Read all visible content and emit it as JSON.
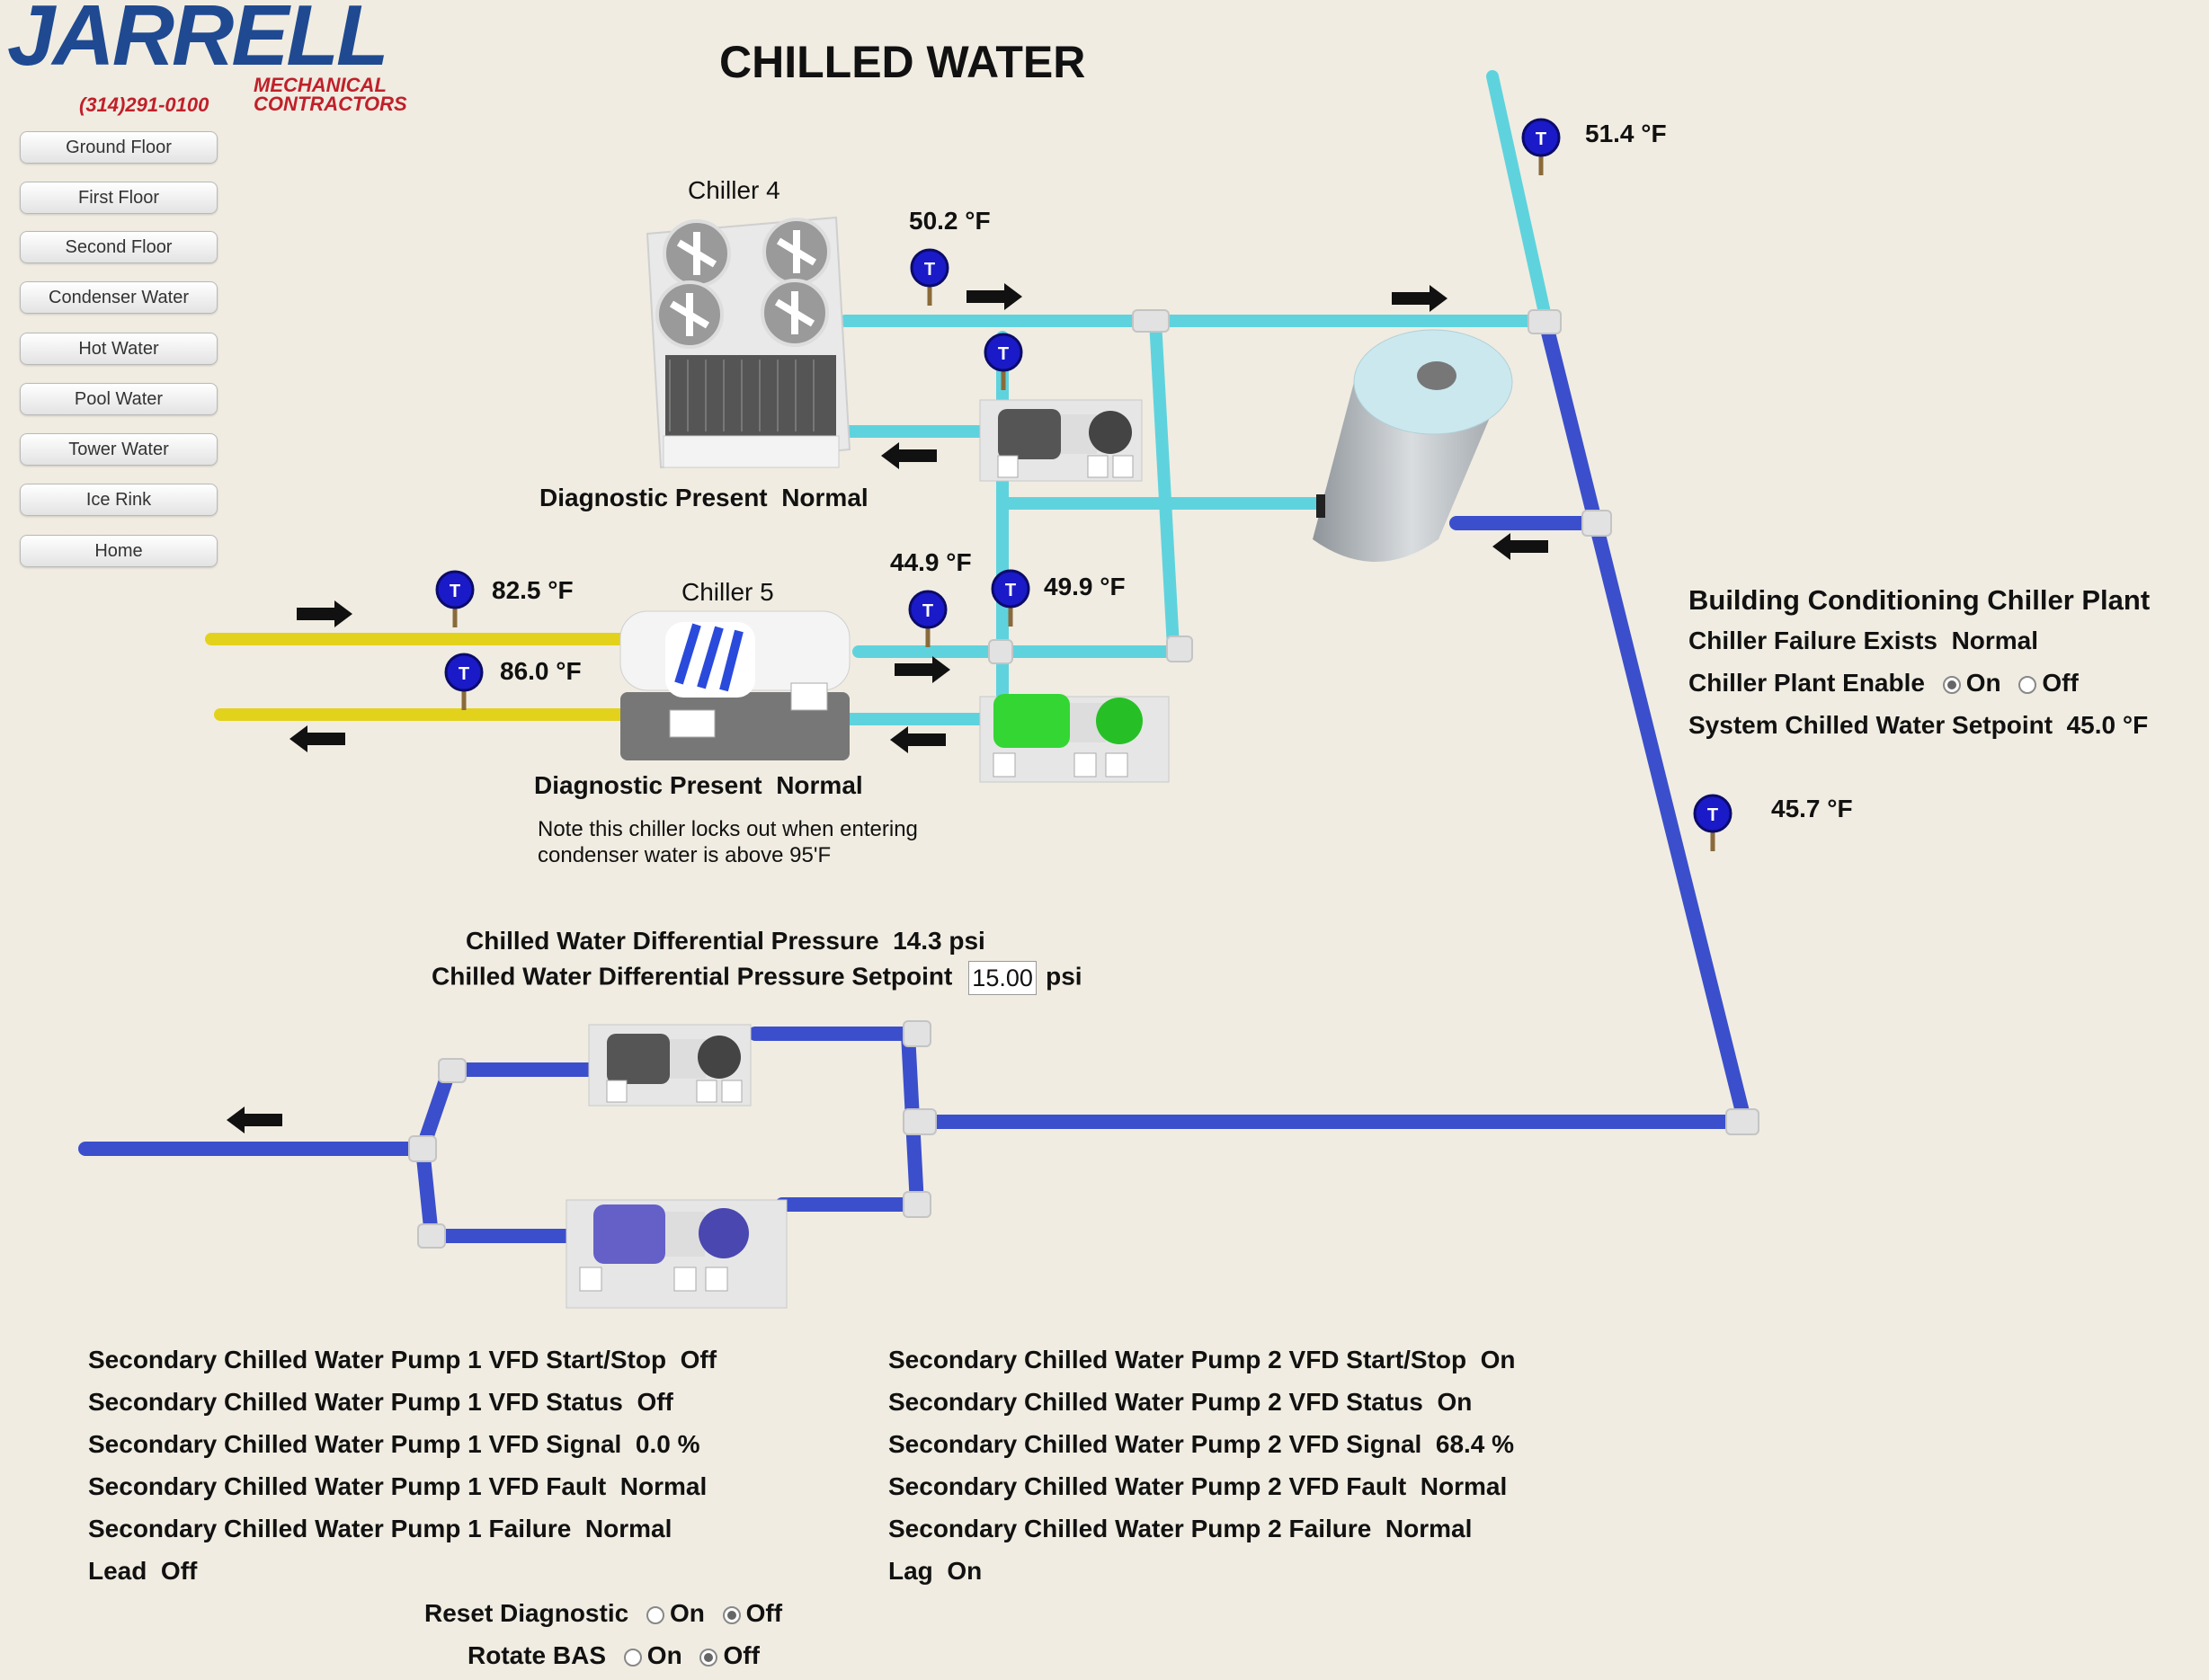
{
  "logo": {
    "name": "JARRELL",
    "line1": "MECHANICAL",
    "line2": "CONTRACTORS",
    "phone": "(314)291-0100"
  },
  "page_title": "CHILLED WATER",
  "nav": [
    "Ground Floor",
    "First Floor",
    "Second Floor",
    "Condenser Water",
    "Hot Water",
    "Pool Water",
    "Tower Water",
    "Ice Rink",
    "Home"
  ],
  "chiller4": {
    "label": "Chiller 4",
    "diag_label": "Diagnostic Present",
    "diag_value": "Normal"
  },
  "chiller5": {
    "label": "Chiller 5",
    "diag_label": "Diagnostic Present",
    "diag_value": "Normal",
    "note": "Note this chiller locks out when entering condenser water is above 95'F"
  },
  "temps": {
    "supply_top": "51.4 °F",
    "ch4_leaving": "50.2 °F",
    "ch5_leaving": "44.9 °F",
    "common": "49.9 °F",
    "cond_entering": "82.5 °F",
    "cond_leaving": "86.0 °F",
    "return": "45.7 °F"
  },
  "plant": {
    "title": "Building Conditioning Chiller Plant",
    "failure_label": "Chiller Failure Exists",
    "failure_value": "Normal",
    "enable_label": "Chiller Plant Enable",
    "on": "On",
    "off": "Off",
    "setpoint_label": "System Chilled Water Setpoint",
    "setpoint_value": "45.0 °F"
  },
  "dp": {
    "label": "Chilled Water Differential Pressure",
    "value": "14.3 psi",
    "sp_label": "Chilled Water Differential Pressure Setpoint",
    "sp_value": "15.00",
    "sp_unit": "psi"
  },
  "pump1": [
    {
      "label": "Secondary Chilled Water Pump 1 VFD Start/Stop",
      "value": "Off"
    },
    {
      "label": "Secondary Chilled Water Pump 1 VFD Status",
      "value": "Off"
    },
    {
      "label": "Secondary Chilled Water Pump 1 VFD Signal",
      "value": "0.0 %"
    },
    {
      "label": "Secondary Chilled Water Pump 1 VFD Fault",
      "value": "Normal"
    },
    {
      "label": "Secondary Chilled Water Pump 1 Failure",
      "value": "Normal"
    },
    {
      "label": "Lead",
      "value": "Off"
    }
  ],
  "pump2": [
    {
      "label": "Secondary Chilled Water Pump 2 VFD Start/Stop",
      "value": "On"
    },
    {
      "label": "Secondary Chilled Water Pump 2 VFD Status",
      "value": "On"
    },
    {
      "label": "Secondary Chilled Water Pump 2 VFD Signal",
      "value": "68.4 %"
    },
    {
      "label": "Secondary Chilled Water Pump 2 VFD Fault",
      "value": "Normal"
    },
    {
      "label": "Secondary Chilled Water Pump 2 Failure",
      "value": "Normal"
    },
    {
      "label": "Lag",
      "value": "On"
    }
  ],
  "reset_diag": {
    "label": "Reset Diagnostic",
    "on": "On",
    "off": "Off"
  },
  "rotate_bas": {
    "label": "Rotate BAS",
    "on": "On",
    "off": "Off"
  },
  "colors": {
    "chw_supply": "#5fd3dd",
    "chw_return": "#3b4fcc",
    "condenser": "#e3d21c",
    "sensor": "#1a1ac8"
  },
  "icons": [
    "temperature-sensor-icon",
    "flow-arrow-icon",
    "chiller-icon",
    "pump-icon",
    "tank-icon"
  ]
}
